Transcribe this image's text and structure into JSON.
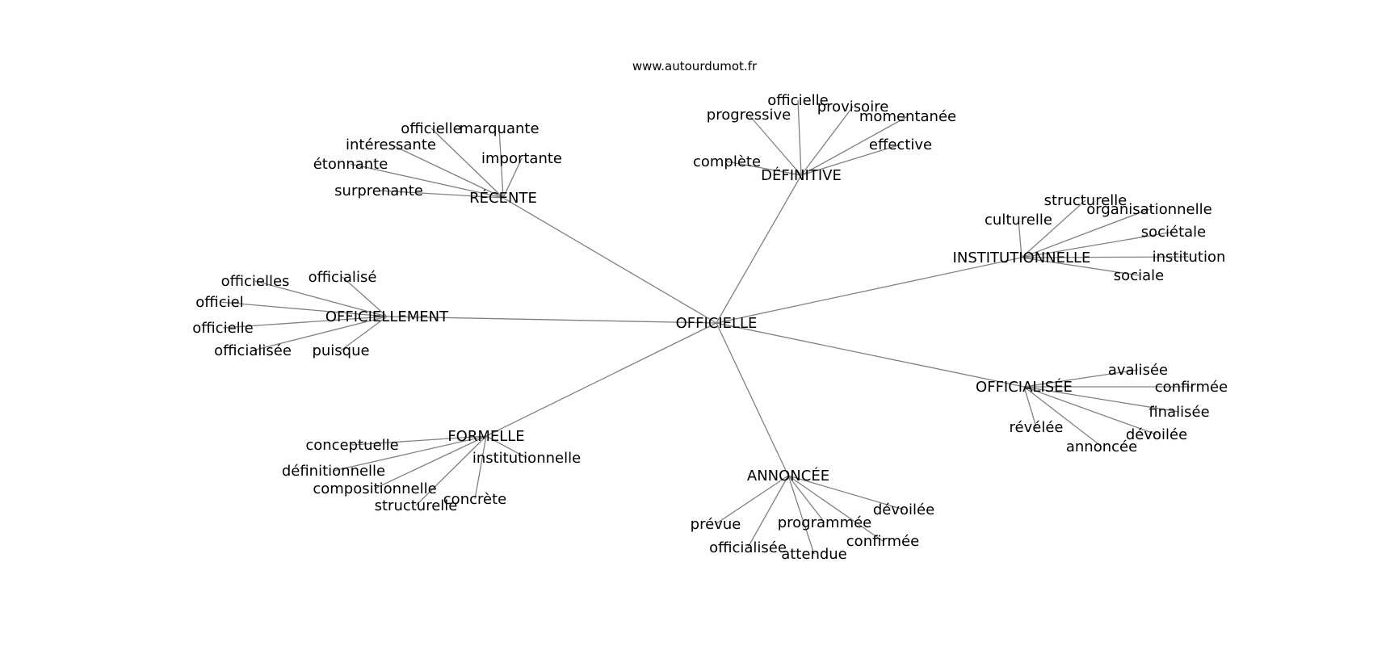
{
  "source": "www.autourdumot.fr",
  "colors": {
    "edge": "#808080",
    "text": "#000000",
    "background": "#ffffff"
  },
  "graph": {
    "center": "OFFICIELLE",
    "clusters": [
      {
        "label": "RÉCENTE",
        "words": [
          "officielle",
          "marquante",
          "intéressante",
          "importante",
          "étonnante",
          "surprenante"
        ]
      },
      {
        "label": "DÉFINITIVE",
        "words": [
          "officielle",
          "provisoire",
          "progressive",
          "momentanée",
          "effective",
          "complète"
        ]
      },
      {
        "label": "INSTITUTIONNELLE",
        "words": [
          "structurelle",
          "organisationnelle",
          "culturelle",
          "sociétale",
          "institution",
          "sociale"
        ]
      },
      {
        "label": "OFFICIELLEMENT",
        "words": [
          "officialisé",
          "officielles",
          "officiel",
          "officielle",
          "officialisée",
          "puisque"
        ]
      },
      {
        "label": "OFFICIALISÉE",
        "words": [
          "avalisée",
          "confirmée",
          "finalisée",
          "dévoilée",
          "révélée",
          "annoncée"
        ]
      },
      {
        "label": "FORMELLE",
        "words": [
          "conceptuelle",
          "institutionnelle",
          "définitionnelle",
          "compositionnelle",
          "structurelle",
          "concrète"
        ]
      },
      {
        "label": "ANNONCÉE",
        "words": [
          "dévoilée",
          "programmée",
          "prévue",
          "confirmée",
          "officialisée",
          "attendue"
        ]
      }
    ]
  }
}
